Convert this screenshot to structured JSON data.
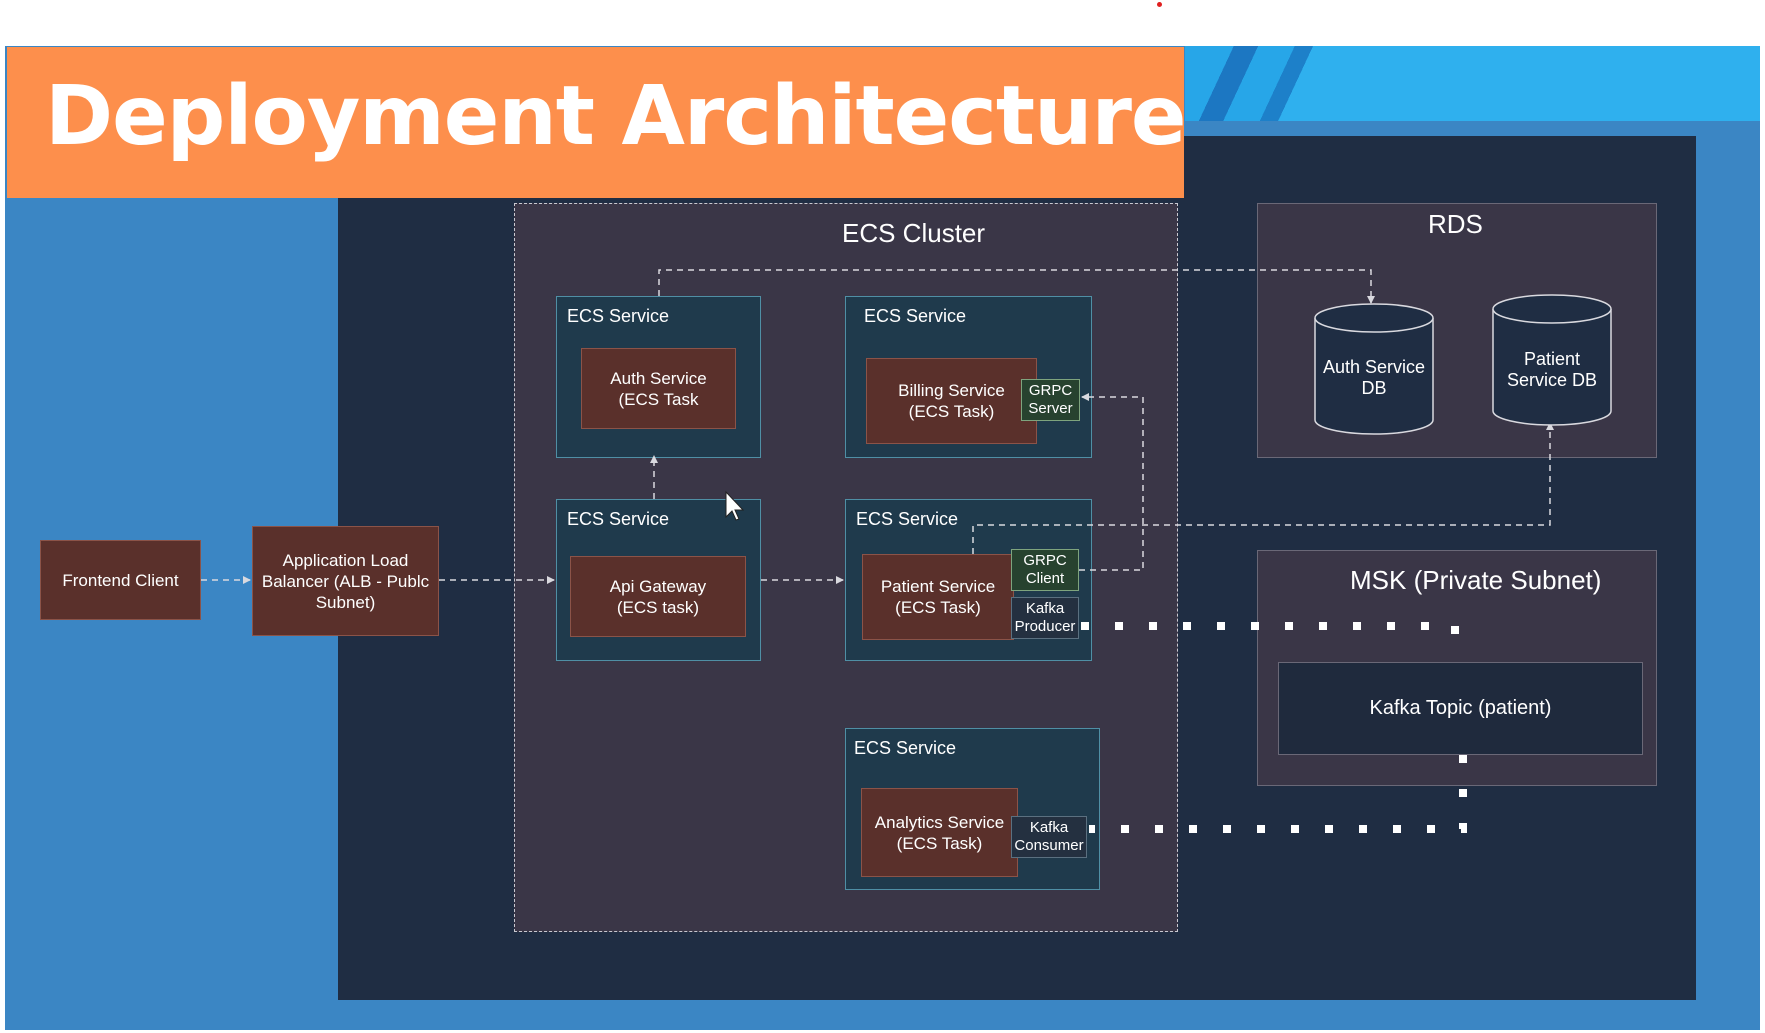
{
  "title": "Deployment Architecture",
  "ecs_cluster": {
    "label": "ECS Cluster"
  },
  "ecs_service_label": "ECS Service",
  "frontend_client": "Frontend Client",
  "load_balancer": "Application Load\nBalancer (ALB - Publc\nSubnet)",
  "services": {
    "auth": "Auth Service\n(ECS Task",
    "billing": "Billing Service\n(ECS Task)",
    "gateway": "Api Gateway\n(ECS task)",
    "patient": "Patient Service\n(ECS Task)",
    "analytics": "Analytics Service\n(ECS Task)"
  },
  "tags": {
    "grpc_server": "GRPC\nServer",
    "grpc_client": "GRPC\nClient",
    "kafka_producer": "Kafka\nProducer",
    "kafka_consumer": "Kafka\nConsumer"
  },
  "rds": {
    "label": "RDS",
    "auth_db": "Auth Service\nDB",
    "patient_db": "Patient\nService DB"
  },
  "msk": {
    "label": "MSK (Private Subnet)",
    "topic": "Kafka Topic (patient)"
  },
  "colors": {
    "title_bar": "#fd8f4c",
    "slide_background": "#3b86c4",
    "panel": "#1f2d43",
    "task_box": "#5a302b",
    "service_box": "#1f3a4c"
  }
}
